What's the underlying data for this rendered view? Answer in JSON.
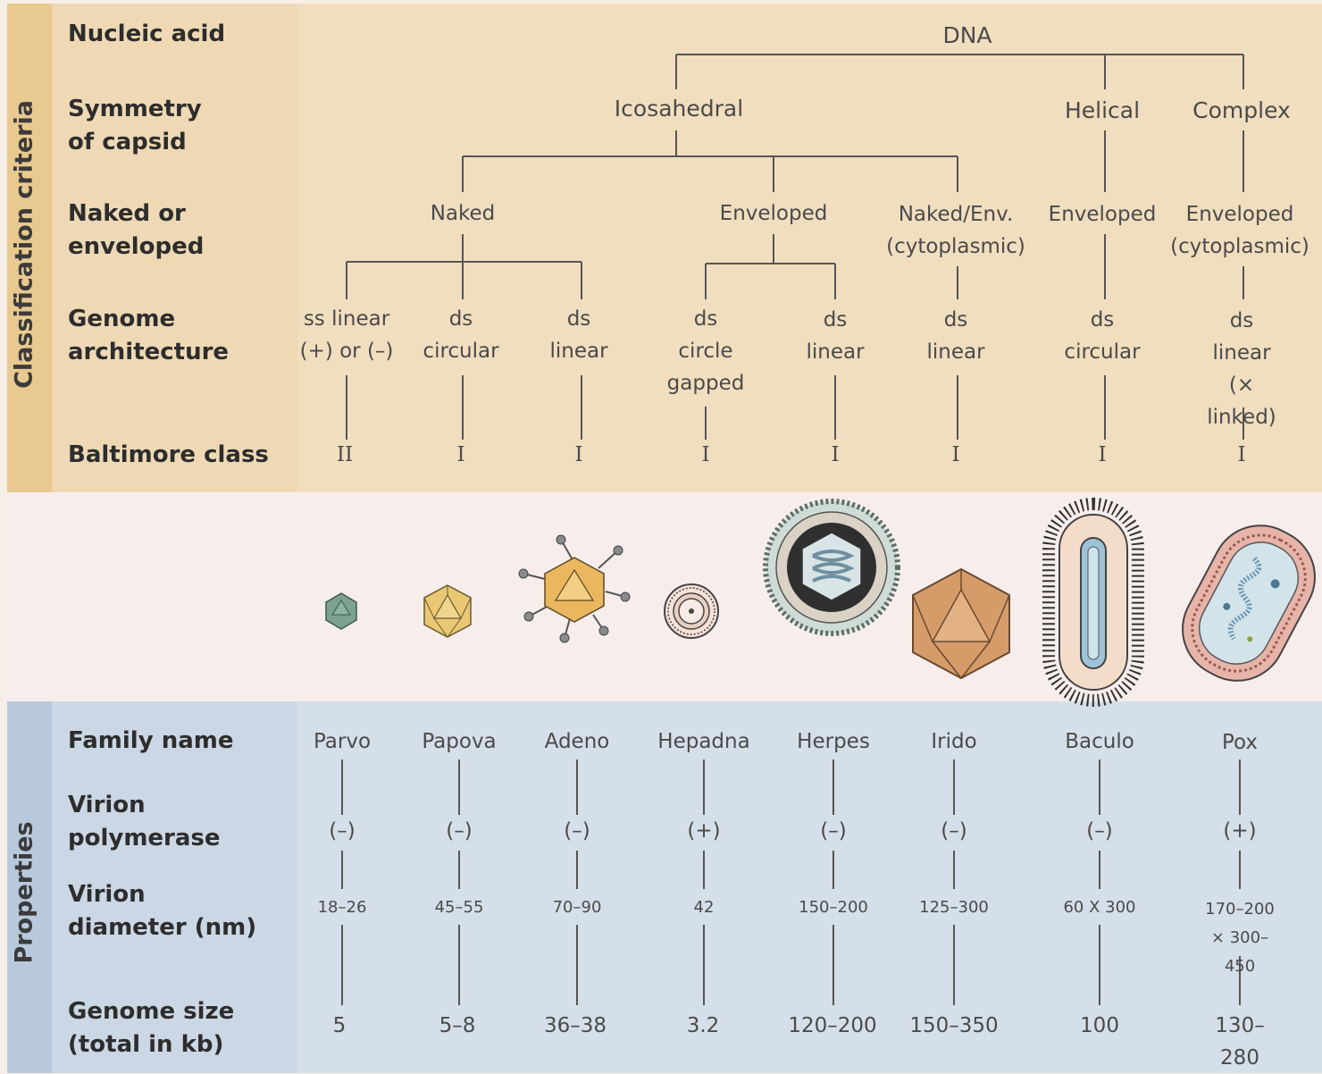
{
  "side_labels": {
    "top": "Classification criteria",
    "bottom": "Properties"
  },
  "row_labels": {
    "nucleic_acid": "Nucleic acid",
    "symmetry": "Symmetry\nof capsid",
    "envelope": "Naked or\nenveloped",
    "genome": "Genome\narchitecture",
    "baltimore": "Baltimore class",
    "family": "Family name",
    "polymerase": "Virion\npolymerase",
    "diameter": "Virion\ndiameter (nm)",
    "genome_size": "Genome size\n(total in kb)"
  },
  "nucleic_acid": "DNA",
  "symmetry": [
    "Icosahedral",
    "Helical",
    "Complex"
  ],
  "envelope": [
    "Naked",
    "Enveloped",
    "Naked/Env.\n(cytoplasmic)",
    "Enveloped",
    "Enveloped\n(cytoplasmic)"
  ],
  "families": [
    {
      "genome": "ss linear\n(+) or (–)",
      "baltimore": "II",
      "name": "Parvo",
      "polymerase": "(–)",
      "diameter": "18–26",
      "genome_size": "5",
      "virus_icon": "small-green-icosahedron-icon"
    },
    {
      "genome": "ds\ncircular",
      "baltimore": "I",
      "name": "Papova",
      "polymerase": "(–)",
      "diameter": "45–55",
      "genome_size": "5–8",
      "virus_icon": "yellow-icosahedron-icon"
    },
    {
      "genome": "ds\nlinear",
      "baltimore": "I",
      "name": "Adeno",
      "polymerase": "(–)",
      "diameter": "70–90",
      "genome_size": "36–38",
      "virus_icon": "spiked-icosahedron-icon"
    },
    {
      "genome": "ds\ncircle\ngapped",
      "baltimore": "I",
      "name": "Hepadna",
      "polymerase": "(+)",
      "diameter": "42",
      "genome_size": "3.2",
      "virus_icon": "concentric-ring-virion-icon"
    },
    {
      "genome": "ds\nlinear",
      "baltimore": "I",
      "name": "Herpes",
      "polymerase": "(–)",
      "diameter": "150–200",
      "genome_size": "120–200",
      "virus_icon": "enveloped-spiky-virion-icon"
    },
    {
      "genome": "ds\nlinear",
      "baltimore": "I",
      "name": "Irido",
      "polymerase": "(–)",
      "diameter": "125–300",
      "genome_size": "150–350",
      "virus_icon": "large-brown-icosahedron-icon"
    },
    {
      "genome": "ds\ncircular",
      "baltimore": "I",
      "name": "Baculo",
      "polymerase": "(–)",
      "diameter": "60 X 300",
      "genome_size": "100",
      "virus_icon": "rod-shaped-virion-icon"
    },
    {
      "genome": "ds\nlinear\n(× linked)",
      "baltimore": "I",
      "name": "Pox",
      "polymerase": "(+)",
      "diameter": "170–200\n× 300–450",
      "genome_size": "130–280",
      "virus_icon": "brick-shaped-virion-icon"
    }
  ],
  "colors": {
    "criteria_band": "#f1debf",
    "criteria_side": "#e8c98f",
    "properties_band": "#d5dfe9",
    "properties_side": "#b9c9dc",
    "line": "#555555"
  }
}
